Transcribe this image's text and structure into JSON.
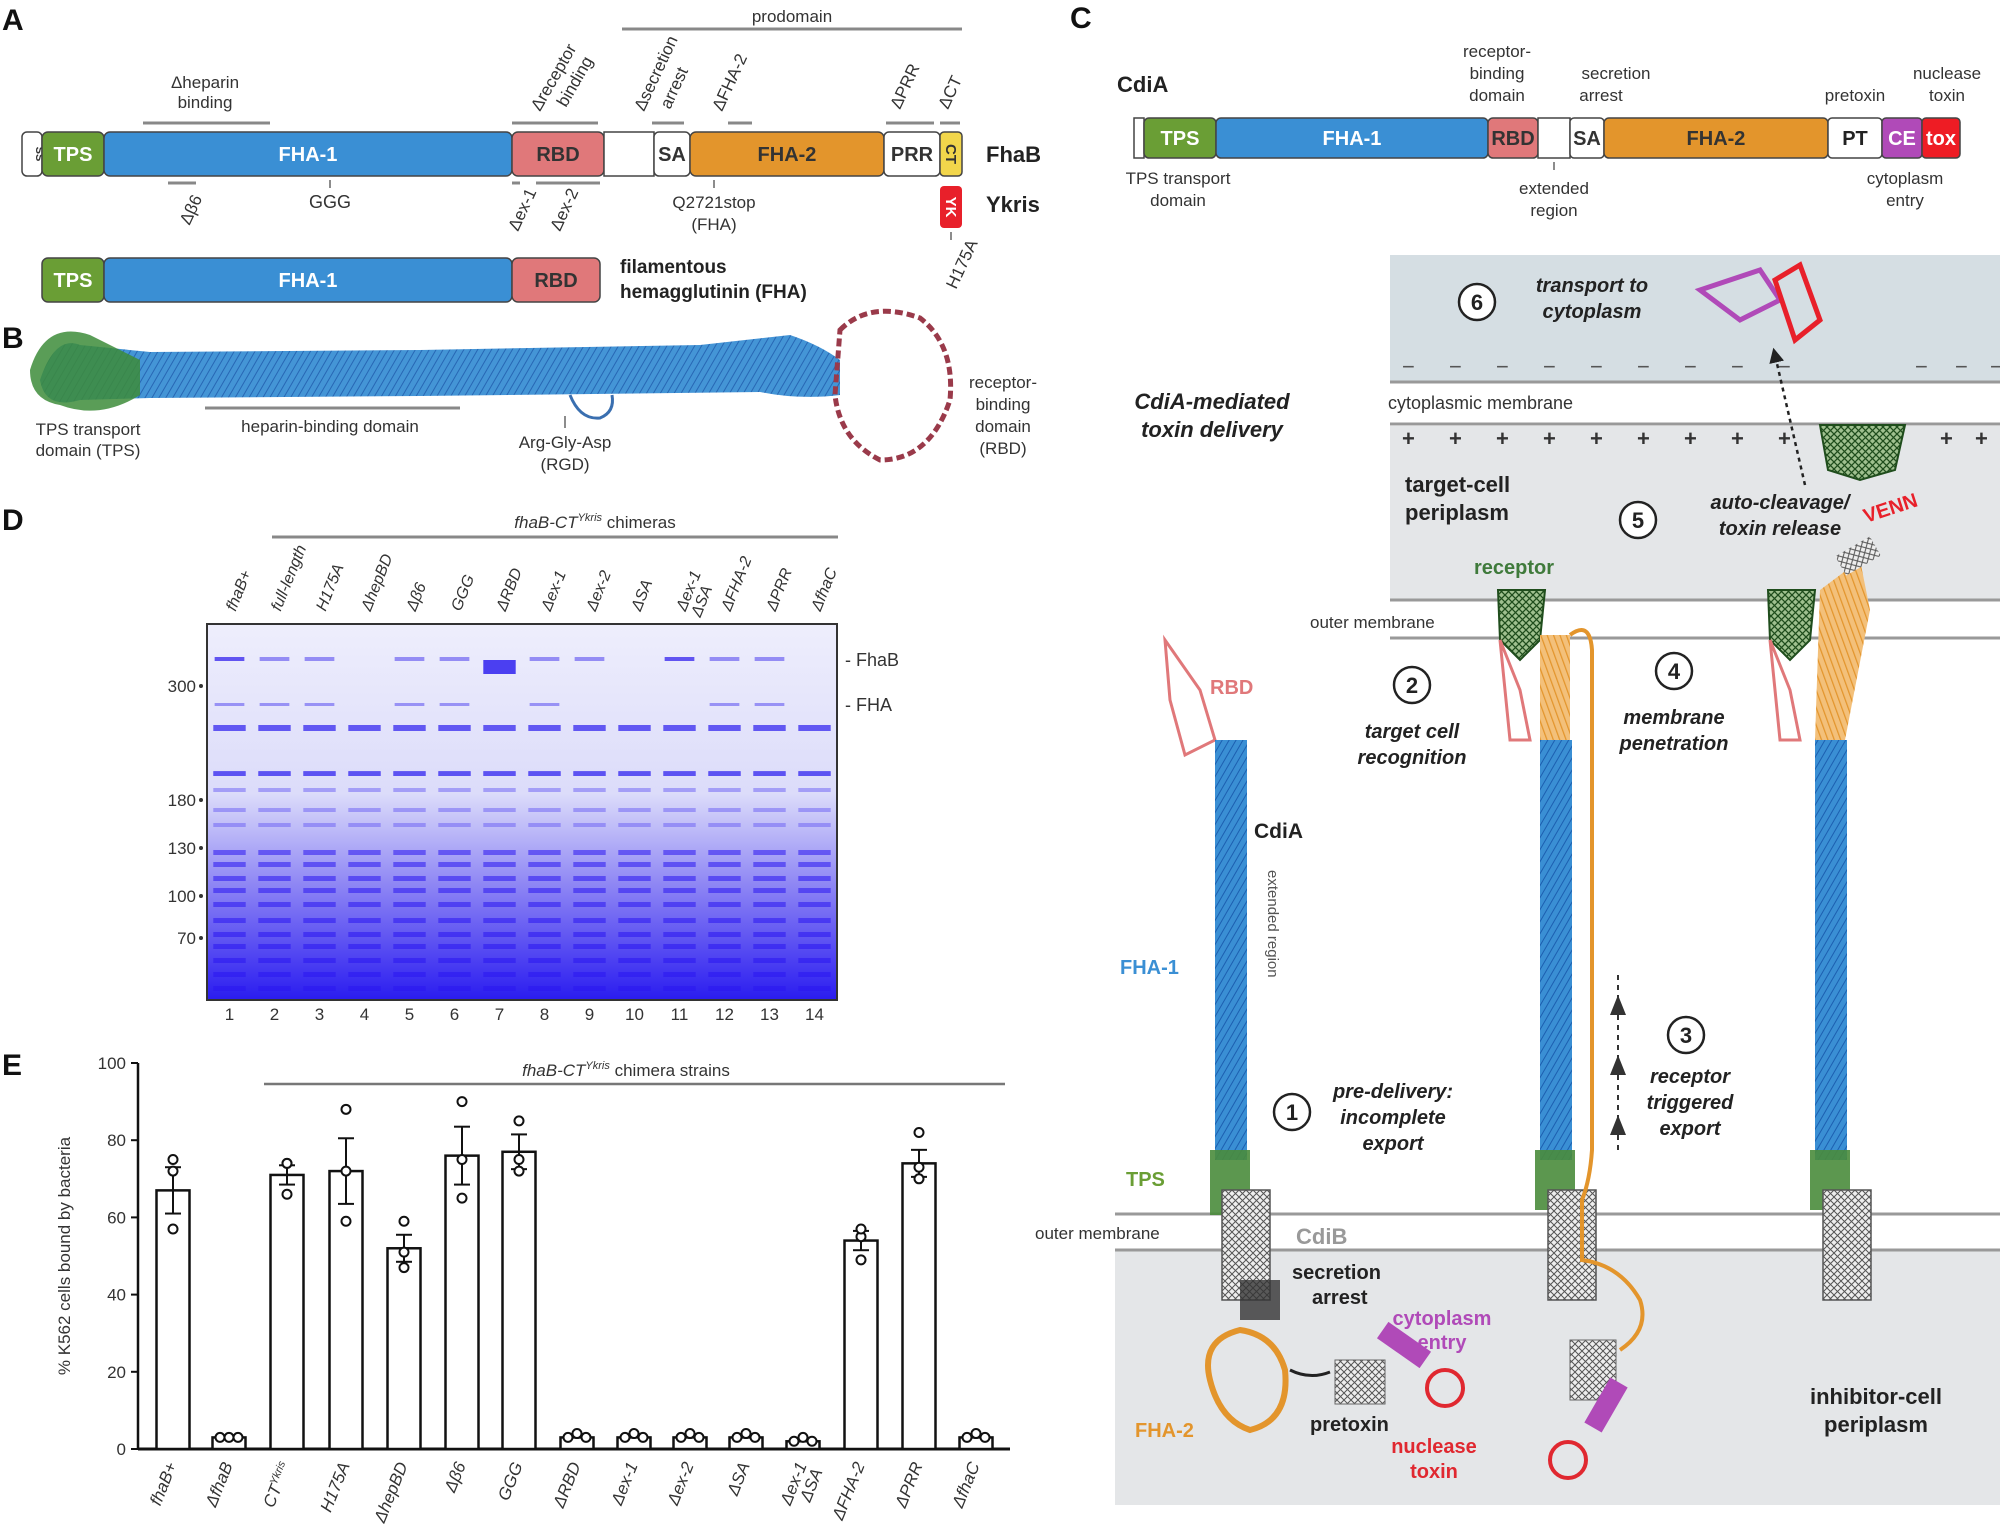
{
  "colors": {
    "tps": "#6a9e35",
    "fha1": "#3a8fd4",
    "rbd": "#e0787a",
    "fha2": "#e3952c",
    "ct": "#f2d64b",
    "yk": "#e8202a",
    "ce": "#b04ab8",
    "tox": "#ee1c24",
    "gel": "#5a4cf0",
    "membrane_bg": "#e4e6e8",
    "cytoplasm_bg": "#d5dee3",
    "receptor": "#3f7a3b",
    "rbd_label": "#e0787a",
    "fha1_label": "#3a8fd4",
    "tps_label": "#6a9e35",
    "fha2_label": "#e3952c",
    "ce_label": "#b04ab8",
    "tox_label": "#e02830"
  },
  "panelA": {
    "letter": "A",
    "prodomain": "prodomain",
    "fhab_domains": [
      "SS",
      "TPS",
      "FHA-1",
      "RBD",
      "",
      "SA",
      "FHA-2",
      "PRR",
      "CT"
    ],
    "fhab_label": "FhaB",
    "ykris_box": "YK",
    "ykris_label": "Ykris",
    "fha_domains": [
      "TPS",
      "FHA-1",
      "RBD"
    ],
    "fha_label_1": "filamentous",
    "fha_label_2": "hemagglutinin (FHA)",
    "top_annotations": {
      "heparin_1": "Δheparin",
      "heparin_2": "binding",
      "receptor_1": "Δreceptor",
      "receptor_2": "binding",
      "secretion_1": "Δsecretion",
      "secretion_2": "arrest",
      "fha2": "ΔFHA-2",
      "prr": "ΔPRR",
      "ct": "ΔCT"
    },
    "bottom_annotations": {
      "beta6": "Δβ6",
      "ggg": "GGG",
      "ex1": "Δex-1",
      "ex2": "Δex-2",
      "q2721_1": "Q2721stop",
      "q2721_2": "(FHA)",
      "h175a": "H175A"
    }
  },
  "panelB": {
    "letter": "B",
    "tps_1": "TPS transport",
    "tps_2": "domain (TPS)",
    "heparin": "heparin-binding domain",
    "rgd_1": "Arg-Gly-Asp",
    "rgd_2": "(RGD)",
    "rbd_1": "receptor-",
    "rbd_2": "binding",
    "rbd_3": "domain",
    "rbd_4": "(RBD)"
  },
  "panelC": {
    "letter": "C",
    "cdia_label": "CdiA",
    "domains": [
      "TPS",
      "FHA-1",
      "RBD",
      "",
      "SA",
      "FHA-2",
      "PT",
      "CE",
      "tox"
    ],
    "top_labels": {
      "rbd_1": "receptor-",
      "rbd_2": "binding",
      "rbd_3": "domain",
      "sa_1": "secretion",
      "sa_2": "arrest",
      "pretoxin": "pretoxin",
      "nuc_1": "nuclease",
      "nuc_2": "toxin"
    },
    "bottom_labels": {
      "tps_1": "TPS transport",
      "tps_2": "domain",
      "ext_1": "extended",
      "ext_2": "region",
      "ce_1": "cytoplasm",
      "ce_2": "entry"
    },
    "diagram": {
      "title_1": "CdiA-mediated",
      "title_2": "toxin delivery",
      "cytoplasmic_membrane": "cytoplasmic membrane",
      "target_periplasm_1": "target-cell",
      "target_periplasm_2": "periplasm",
      "outer_membrane_top": "outer membrane",
      "outer_membrane_bottom": "outer membrane",
      "receptor": "receptor",
      "venn": "VENN",
      "rbd": "RBD",
      "cdia": "CdiA",
      "extended_region": "extended region",
      "fha1": "FHA-1",
      "tps": "TPS",
      "cdib": "CdiB",
      "secretion_1": "secretion",
      "secretion_2": "arrest",
      "ce_1": "cytoplasm",
      "ce_2": "entry",
      "fha2": "FHA-2",
      "pretoxin": "pretoxin",
      "nuc_1": "nuclease",
      "nuc_2": "toxin",
      "inhibitor_1": "inhibitor-cell",
      "inhibitor_2": "periplasm",
      "minus": "−",
      "plus": "+",
      "steps": [
        {
          "num": "1",
          "line1": "pre-delivery:",
          "line2": "incomplete",
          "line3": "export"
        },
        {
          "num": "2",
          "line1": "target cell",
          "line2": "recognition",
          "line3": ""
        },
        {
          "num": "3",
          "line1": "receptor",
          "line2": "triggered",
          "line3": "export"
        },
        {
          "num": "4",
          "line1": "membrane",
          "line2": "penetration",
          "line3": ""
        },
        {
          "num": "5",
          "line1": "auto-cleavage/",
          "line2": "toxin release",
          "line3": ""
        },
        {
          "num": "6",
          "line1": "transport to",
          "line2": "cytoplasm",
          "line3": ""
        }
      ]
    }
  },
  "panelD": {
    "letter": "D",
    "header_pre": "fhaB-CT",
    "header_sup": "Ykris",
    "header_post": " chimeras",
    "lane_labels": [
      "fhaB+",
      "full-length",
      "H175A",
      "ΔhepBD",
      "Δβ6",
      "GGG",
      "ΔRBD",
      "Δex-1",
      "Δex-2",
      "ΔSA",
      "Δex-1 ΔSA",
      "ΔFHA-2",
      "ΔPRR",
      "ΔfhaC"
    ],
    "lane_numbers": [
      "1",
      "2",
      "3",
      "4",
      "5",
      "6",
      "7",
      "8",
      "9",
      "10",
      "11",
      "12",
      "13",
      "14"
    ],
    "markers": [
      "300",
      "180",
      "130",
      "100",
      "70"
    ],
    "band_labels": [
      "FhaB",
      "FHA"
    ]
  },
  "chart_data": {
    "type": "bar",
    "title": "",
    "group_label": "fhaB-CT^Ykris chimera strains",
    "xlabel": "",
    "ylabel": "% K562 cells bound by bacteria",
    "ylim": [
      0,
      100
    ],
    "yticks": [
      0,
      20,
      40,
      60,
      80,
      100
    ],
    "grid": false,
    "categories": [
      "fhaB+",
      "ΔfhaB",
      "CT^Ykris",
      "H175A",
      "ΔhepBD",
      "Δβ6",
      "GGG",
      "ΔRBD",
      "Δex-1",
      "Δex-2",
      "ΔSA",
      "Δex-1 ΔSA",
      "ΔFHA-2",
      "ΔPRR",
      "ΔfhaC"
    ],
    "values": [
      67,
      3,
      71,
      72,
      52,
      76,
      77,
      3,
      3,
      3,
      3,
      2,
      54,
      74,
      3
    ],
    "errors": [
      6,
      0.5,
      2.5,
      8.5,
      3.5,
      7.5,
      4.5,
      0.5,
      0.5,
      0.5,
      0.5,
      0.4,
      2.5,
      3.5,
      0.5
    ],
    "points": [
      [
        57,
        72,
        75
      ],
      [
        3,
        3,
        3
      ],
      [
        66,
        74,
        74
      ],
      [
        59,
        72,
        88
      ],
      [
        47,
        51,
        59
      ],
      [
        65,
        75,
        90
      ],
      [
        72,
        75,
        85
      ],
      [
        3,
        4,
        3
      ],
      [
        3,
        4,
        3
      ],
      [
        3,
        4,
        3
      ],
      [
        3,
        4,
        3
      ],
      [
        2,
        3,
        2
      ],
      [
        49,
        55,
        57
      ],
      [
        70,
        73,
        82
      ],
      [
        3,
        4,
        3
      ]
    ]
  }
}
